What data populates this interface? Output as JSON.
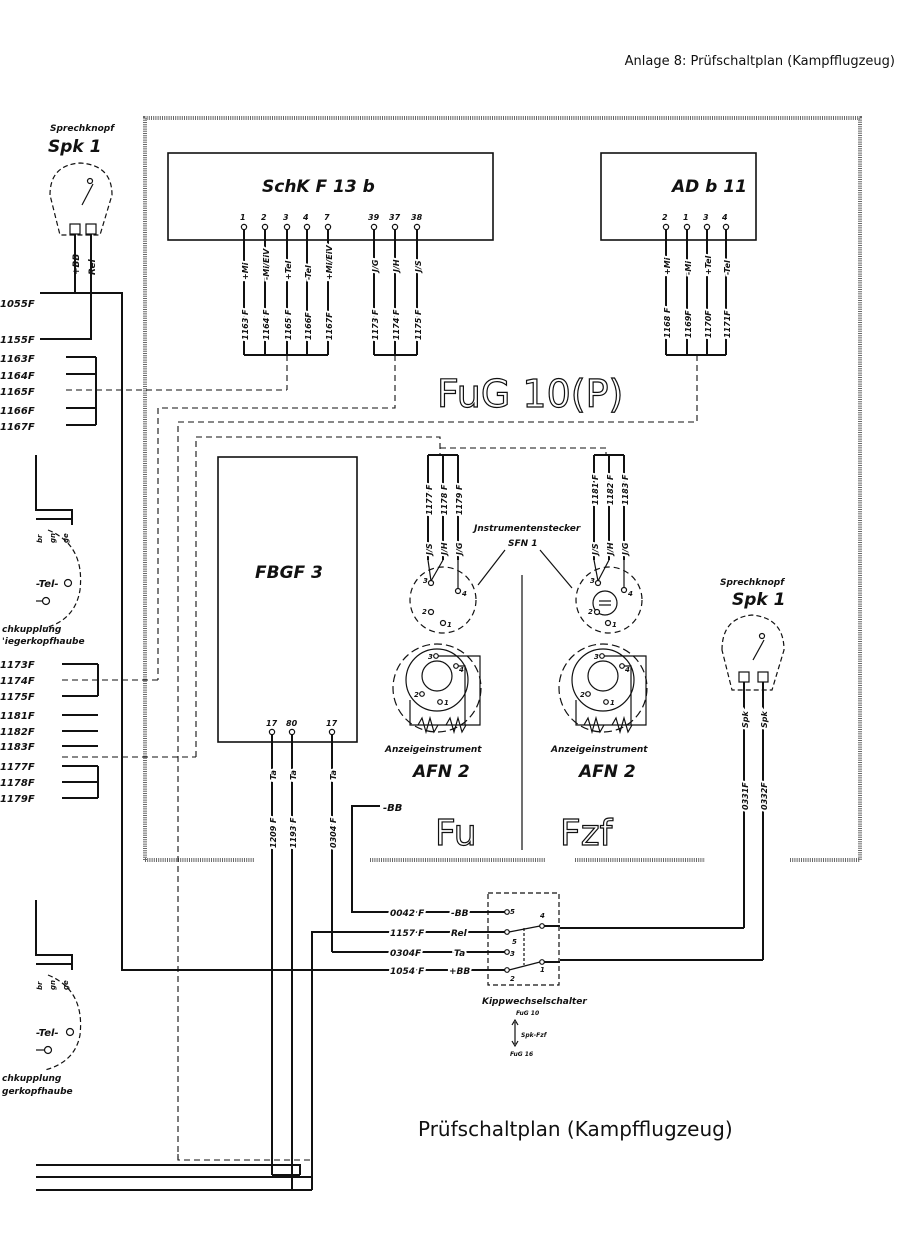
{
  "header": {
    "title": "Anlage 8:  Prüfschaltplan (Kampfflugzeug)"
  },
  "footer": {
    "caption": "Prüfschaltplan (Kampfflugzeug)"
  },
  "frame_label": "FuG 10(P)",
  "sections": {
    "fu": "Fu",
    "fzf": "Fzf"
  },
  "spk_left": {
    "caption": "Sprechknopf",
    "name": "Spk 1",
    "pins": [
      "+BB",
      "Rel"
    ]
  },
  "spk_right": {
    "caption": "Sprechknopf",
    "name": "Spk 1",
    "pins": [
      "Spk",
      "Spk"
    ],
    "wires": [
      "0331F",
      "0332F"
    ]
  },
  "schkf": {
    "name": "SchK F 13 b",
    "pins": [
      "1",
      "2",
      "3",
      "4",
      "7",
      "39",
      "37",
      "38"
    ],
    "signals": [
      "+Mi",
      "-Mi/EiV",
      "+Tel",
      "-Tel",
      "+Mi/EiV",
      "J/G",
      "J/H",
      "J/S"
    ],
    "wires": [
      "1163 F",
      "1164 F",
      "1165 F",
      "1166F",
      "1167F",
      "1173 F",
      "1174 F",
      "1175 F"
    ]
  },
  "adb": {
    "name": "AD b 11",
    "pins": [
      "2",
      "1",
      "3",
      "4"
    ],
    "signals": [
      "+Mi",
      "-Mi",
      "+Tel",
      "-Tel"
    ],
    "wires": [
      "1168 F",
      "1169F",
      "1170F",
      "1171F"
    ]
  },
  "fbgf": {
    "name": "FBGF 3",
    "pins": [
      "17",
      "80",
      "17"
    ],
    "signals": [
      "Ta",
      "Ta",
      "Ta"
    ],
    "wires": [
      "1209 F",
      "1193 F",
      "0304 F"
    ]
  },
  "instr_plug": {
    "caption": "Jnstrumentenstecker",
    "name": "SFN 1",
    "wires_left": [
      "1177 F",
      "1178 F",
      "1179 F"
    ],
    "wires_right": [
      "1181 F",
      "1182 F",
      "1183 F"
    ],
    "signals": [
      "J/S",
      "J/H",
      "J/G"
    ],
    "pin_numbers": [
      "1",
      "2",
      "3",
      "4"
    ]
  },
  "instruments": {
    "caption": "Anzeigeinstrument",
    "name": "AFN 2"
  },
  "bb_label": "-BB",
  "left_wires_top": [
    "1055F",
    "1155F",
    "1163F",
    "1164F",
    "1165F",
    "1166F",
    "1167F"
  ],
  "left_wires_mid": [
    "1173F",
    "1174F",
    "1175F",
    "1181F",
    "1182F",
    "1183F",
    "1177F",
    "1178F",
    "1179F"
  ],
  "plug_labels": {
    "colors": [
      "br",
      "gn",
      "ge"
    ],
    "tel": "-Tel-",
    "coupling": [
      "chkupplung",
      "'iegerkopfhaube"
    ],
    "coupling2": [
      "chkupplung",
      "gerkopfhaube"
    ]
  },
  "switch": {
    "name": "Kippwechselschalter",
    "wires": [
      "0042 F",
      "1157 F",
      "0304F",
      "1054 F"
    ],
    "signals": [
      "-BB",
      "Rel",
      "Ta",
      "+BB"
    ],
    "pins": [
      "5",
      "5",
      "3",
      "2",
      "4",
      "1"
    ],
    "sub_top": "FuG 10",
    "sub_mid": "Spk-Fzf",
    "sub_bottom": "FuG 16"
  }
}
